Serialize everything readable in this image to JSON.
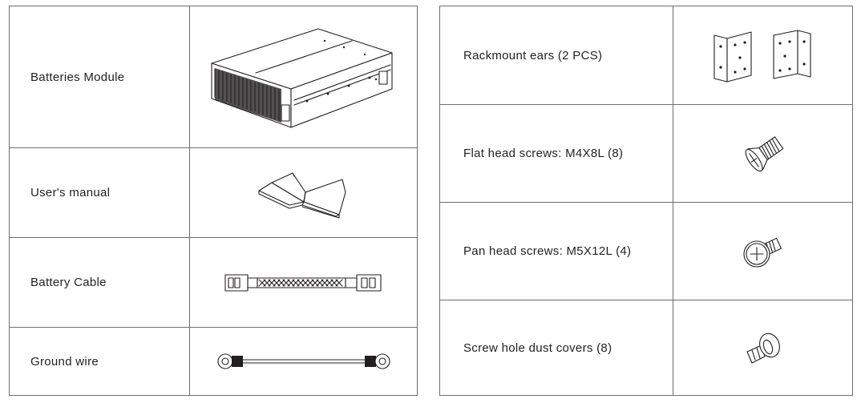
{
  "left_table": [
    {
      "label": "Batteries Module",
      "icon": "battery-module-icon"
    },
    {
      "label": "User's manual",
      "icon": "open-book-icon"
    },
    {
      "label": "Battery Cable",
      "icon": "battery-cable-icon"
    },
    {
      "label": "Ground wire",
      "icon": "ground-wire-icon"
    }
  ],
  "right_table": [
    {
      "label": "Rackmount ears  (2 PCS)",
      "icon": "rackmount-ears-icon"
    },
    {
      "label": "Flat head screws: M4X8L (8)",
      "icon": "flat-head-screw-icon"
    },
    {
      "label": "Pan head screws: M5X12L (4)",
      "icon": "pan-head-screw-icon"
    },
    {
      "label": "Screw hole dust covers (8)",
      "icon": "dust-cover-icon"
    }
  ]
}
